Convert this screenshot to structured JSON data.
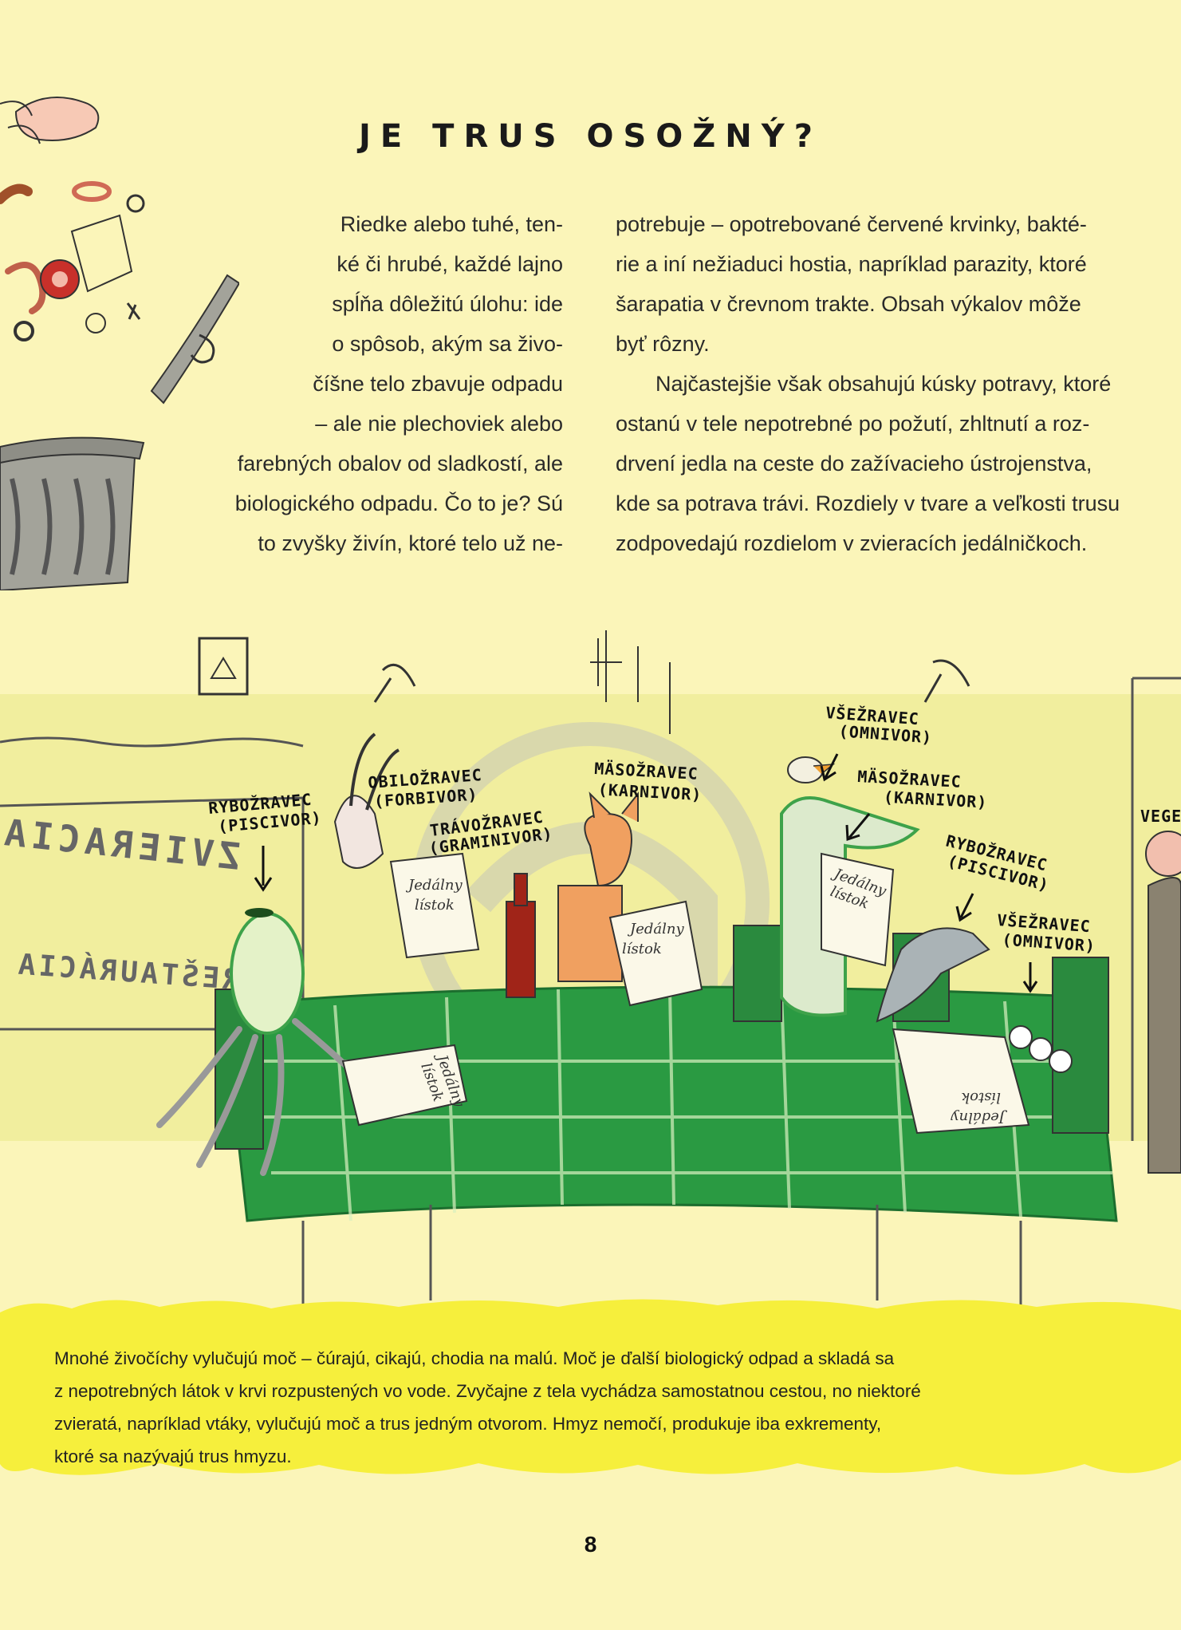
{
  "title": "JE TRUS OSOŽNÝ?",
  "left_column": [
    "Riedke alebo tuhé, ten-",
    "ké či hrubé, každé lajno",
    "spĺňa dôležitú úlohu: ide",
    "o spôsob, akým sa živo-",
    "číšne telo zbavuje odpadu",
    "– ale nie plechoviek alebo",
    "farebných obalov od sladkostí, ale",
    "biologického odpadu. Čo to je? Sú",
    "to zvyšky živín, ktoré telo už ne-"
  ],
  "right_column": [
    "potrebuje – opotrebované červené krvinky, bakté-",
    "rie a iní nežiaduci hostia, napríklad parazity, ktoré",
    "šarapatia v črevnom trakte. Obsah výkalov môže",
    "byť rôzny.",
    "Najčastejšie však obsahujú kúsky potravy, ktoré",
    "ostanú v tele nepotrebné po požutí, zhltnutí a roz-",
    "drvení jedla na ceste do zažívacieho ústrojenstva,",
    "kde sa potrava trávi. Rozdiely v tvare a veľkosti trusu",
    "zodpovedajú rozdielom v zvieracích jedálničkoch."
  ],
  "illustration": {
    "wall_sign_1": "ZVIERACIA",
    "wall_sign_2": "REŠTAURÁCIA",
    "menu_label_1": "Jedálny",
    "menu_label_2": "lístok",
    "labels": [
      {
        "main": "RYBOŽRAVEC",
        "sub": "(PISCIVOR)"
      },
      {
        "main": "OBILOŽRAVEC",
        "sub": "(FORBIVOR)"
      },
      {
        "main": "TRÁVOŽRAVEC",
        "sub": "(GRAMINIVOR)"
      },
      {
        "main": "MÄSOŽRAVEC",
        "sub": "(KARNIVOR)"
      },
      {
        "main": "VŠEŽRAVEC",
        "sub": "(OMNIVOR)"
      },
      {
        "main": "MÄSOŽRAVEC",
        "sub": "(KARNIVOR)"
      },
      {
        "main": "RYBOŽRAVEC",
        "sub": "(PISCIVOR)"
      },
      {
        "main": "VŠEŽRAVEC",
        "sub": "(OMNIVOR)"
      },
      {
        "main": "VEGE",
        "sub": ""
      }
    ]
  },
  "bottom_text": [
    "Mnohé živočíchy vylučujú moč – čúrajú, cikajú, chodia na malú. Moč je ďalší biologický odpad a skladá sa",
    "z nepotrebných látok v krvi rozpustených vo vode. Zvyčajne z tela vychádza samostatnou cestou, no niektoré",
    "zvieratá, napríklad vtáky, vylučujú moč a trus jedným otvorom. Hmyz nemočí, produkuje iba exkrementy,",
    "ktoré sa nazývajú trus hmyzu."
  ],
  "page_number": "8",
  "colors": {
    "page_bg": "#fbf5b9",
    "band": "#f6ef3c",
    "tablecloth": "#2a9a42",
    "bin": "#a3a39a"
  }
}
